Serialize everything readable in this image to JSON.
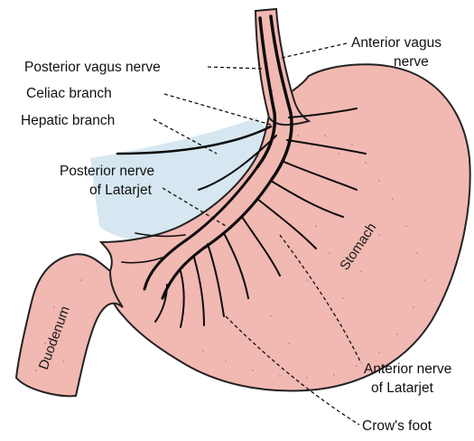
{
  "labels": {
    "posterior_vagus": "Posterior vagus nerve",
    "anterior_vagus_line1": "Anterior vagus",
    "anterior_vagus_line2": "nerve",
    "celiac_branch": "Celiac branch",
    "hepatic_branch": "Hepatic branch",
    "posterior_latarjet_line1": "Posterior nerve",
    "posterior_latarjet_line2": "of Latarjet",
    "anterior_latarjet_line1": "Anterior nerve",
    "anterior_latarjet_line2": "of Latarjet",
    "crows_foot": "Crow's foot",
    "stomach": "Stomach",
    "duodenum": "Duodenum"
  },
  "colors": {
    "stomach_fill": "#f2b8b2",
    "stomach_outline": "#222222",
    "liver_shadow": "#cfe3ef",
    "nerve": "#0d0d0d"
  }
}
